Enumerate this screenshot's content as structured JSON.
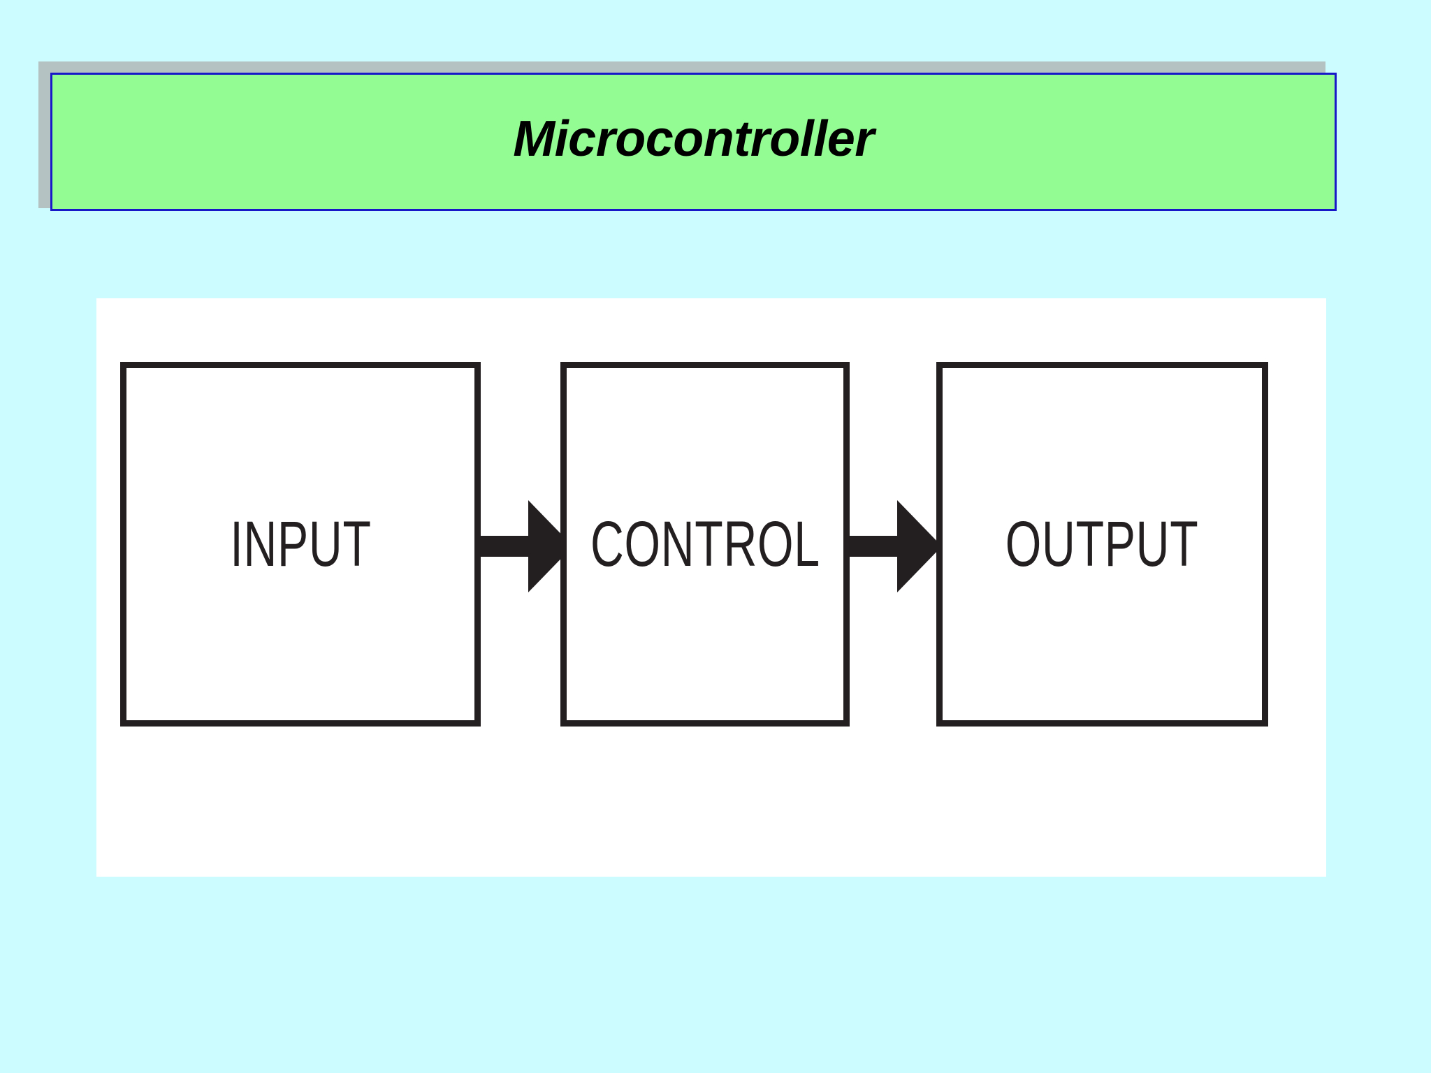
{
  "slide": {
    "background_color": "#ccfcff",
    "title": {
      "text": "Microcontroller",
      "fill_color": "#93fc93",
      "border_color": "#1818c8",
      "shadow_color": "#b4c2c2",
      "text_color": "#000000"
    }
  },
  "diagram": {
    "panel_background": "#ffffff",
    "stroke_color": "#231f20",
    "type": "block-flow",
    "boxes": [
      {
        "id": "input",
        "label": "INPUT"
      },
      {
        "id": "control",
        "label": "CONTROL"
      },
      {
        "id": "output",
        "label": "OUTPUT"
      }
    ],
    "arrows": [
      {
        "id": "input-to-control",
        "from": "input",
        "to": "control",
        "direction": "right"
      },
      {
        "id": "control-to-output",
        "from": "control",
        "to": "output",
        "direction": "right"
      }
    ]
  }
}
